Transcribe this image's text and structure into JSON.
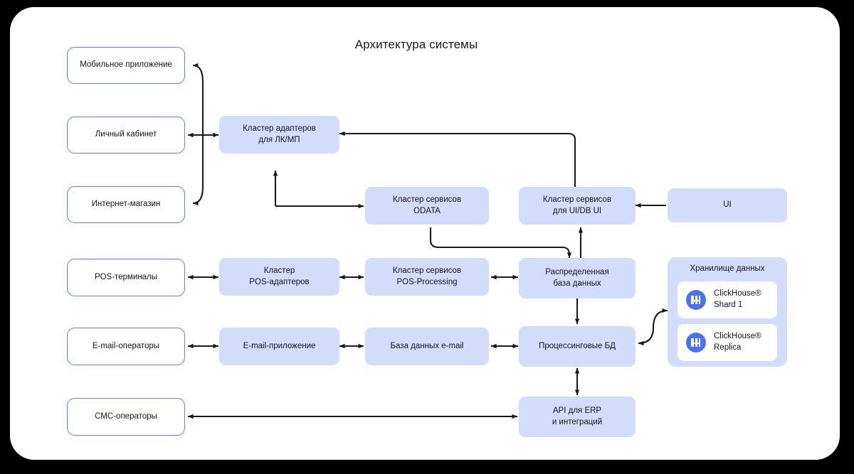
{
  "diagram": {
    "title": "Архитектура системы",
    "colors": {
      "page_background": "#000000",
      "card_background": "#ffffff",
      "service_fill": "#d3dcfb",
      "client_border": "#5b82f0",
      "connector": "#1a1a1a",
      "clickhouse_icon": "#4b72e8"
    },
    "clients": [
      {
        "id": "mobile-app",
        "label": "Мобильное приложение"
      },
      {
        "id": "personal-area",
        "label": "Личный кабинет"
      },
      {
        "id": "online-store",
        "label": "Интернет-магазин"
      },
      {
        "id": "pos-terminals",
        "label": "POS-терминалы"
      },
      {
        "id": "email-operators",
        "label": "E-mail-операторы"
      },
      {
        "id": "sms-operators",
        "label": "СМС-операторы"
      }
    ],
    "services": [
      {
        "id": "adapter-cluster",
        "label": "Кластер адаптеров\nдля ЛК/МП"
      },
      {
        "id": "odata-cluster",
        "label": "Кластер сервисов\nODATA"
      },
      {
        "id": "uidbui-cluster",
        "label": "Кластер сервисов\nдля UI/DB UI"
      },
      {
        "id": "ui",
        "label": "UI"
      },
      {
        "id": "pos-adapters",
        "label": "Кластер\nPOS-адаптеров"
      },
      {
        "id": "pos-processing",
        "label": "Кластер сервисов\nPOS-Processing"
      },
      {
        "id": "distributed-db",
        "label": "Распределенная\nбаза данных"
      },
      {
        "id": "email-app",
        "label": "E-mail-приложение"
      },
      {
        "id": "email-db",
        "label": "База данных e-mail"
      },
      {
        "id": "processing-db",
        "label": "Процессинговые БД"
      },
      {
        "id": "api-erp",
        "label": "API для ERP\nи интеграций"
      }
    ],
    "storage": {
      "title": "Хранилище данных",
      "items": [
        {
          "id": "clickhouse-shard-1",
          "label": "ClickHouse®\nShard 1"
        },
        {
          "id": "clickhouse-replica",
          "label": "ClickHouse®\nReplica"
        }
      ]
    }
  }
}
